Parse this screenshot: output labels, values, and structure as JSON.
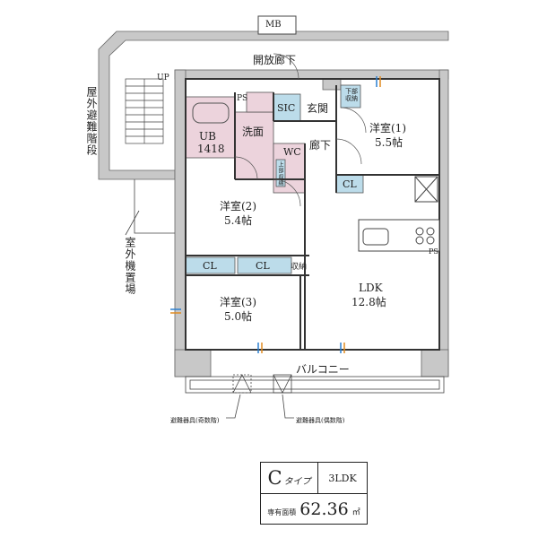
{
  "rooms": {
    "mb": "MB",
    "open_corridor": "開放廊下",
    "up": "UP",
    "outdoor_stairs": "屋外避難階段",
    "outdoor_unit": "室外機置場",
    "ps": "PS",
    "ub": "UB",
    "ub_size": "1418",
    "washroom": "洗面",
    "sic": "SIC",
    "entrance": "玄関",
    "hallway": "廊下",
    "wc": "WC",
    "upper_storage": "上部収納",
    "lower_storage": "下部収納",
    "room1": "洋室(1)",
    "room1_size": "5.5帖",
    "room2": "洋室(2)",
    "room2_size": "5.4帖",
    "room3": "洋室(3)",
    "room3_size": "5.0帖",
    "ldk": "LDK",
    "ldk_size": "12.8帖",
    "cl": "CL",
    "storage": "収納",
    "ps2": "PS",
    "balcony": "バルコニー",
    "evac_odd": "避難器具(奇数階)",
    "evac_even": "避難器具(偶数階)"
  },
  "info": {
    "type_letter": "C",
    "type_suffix": "タイプ",
    "layout": "3LDK",
    "area_label": "専有面積",
    "area_value": "62.36",
    "area_unit": "㎡"
  },
  "colors": {
    "wall": "#c8c8c8",
    "wet": "#ecd3dc",
    "storage": "#bcdcea",
    "line": "#444"
  }
}
